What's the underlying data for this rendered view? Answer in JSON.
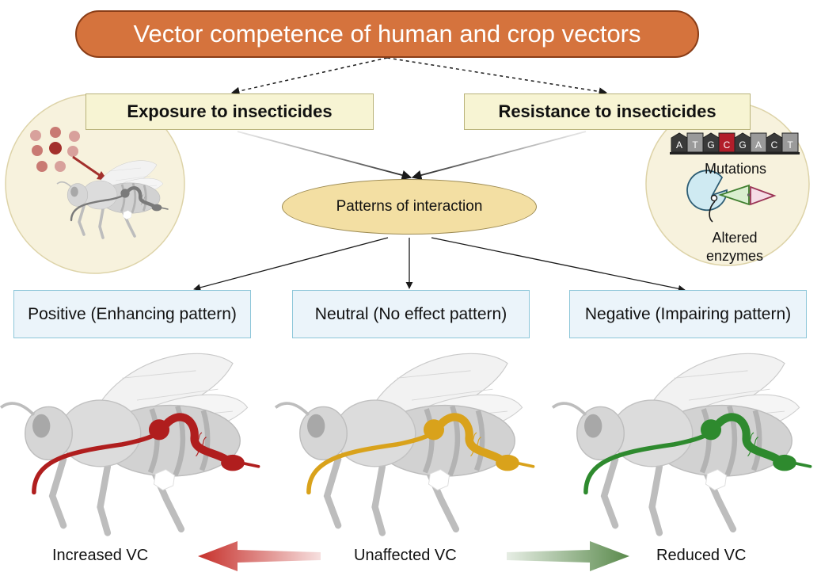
{
  "title": "Vector competence of human and crop vectors",
  "factors": {
    "exposure": "Exposure to insecticides",
    "resistance": "Resistance to insecticides"
  },
  "interaction": "Patterns of interaction",
  "patterns": [
    {
      "label": "Positive (Enhancing pattern)",
      "color": "#b01e1e"
    },
    {
      "label": "Neutral (No effect pattern)",
      "color": "#d9a21b"
    },
    {
      "label": "Negative (Impairing pattern)",
      "color": "#2e8a2e"
    }
  ],
  "outcomes": {
    "increased": "Increased VC",
    "unaffected": "Unaffected VC",
    "reduced": "Reduced VC"
  },
  "resistance_panel": {
    "dna_letters": [
      "A",
      "T",
      "G",
      "C",
      "G",
      "A",
      "C",
      "T"
    ],
    "mutated_index": 3,
    "mutations_label": "Mutations",
    "enzymes_label": "Altered enzymes"
  },
  "colors": {
    "title_fill": "#d5733d",
    "arrow_red": "#c62f2a",
    "arrow_green": "#5a8a4c"
  }
}
